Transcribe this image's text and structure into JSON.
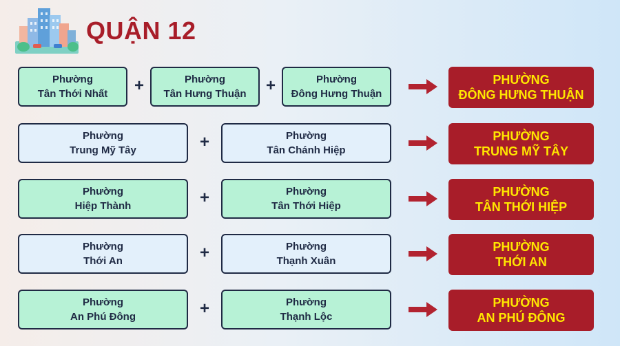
{
  "title": "QUẬN 12",
  "rows": [
    {
      "inputs": [
        {
          "line1": "Phường",
          "line2": "Tân Thới Nhất"
        },
        {
          "line1": "Phường",
          "line2": "Tân Hưng Thuận"
        },
        {
          "line1": "Phường",
          "line2": "Đông Hưng Thuận"
        }
      ],
      "result": {
        "line1": "PHƯỜNG",
        "line2": "ĐÔNG HƯNG THUẬN"
      }
    },
    {
      "inputs": [
        {
          "line1": "Phường",
          "line2": "Trung Mỹ Tây"
        },
        {
          "line1": "Phường",
          "line2": "Tân Chánh Hiệp"
        }
      ],
      "result": {
        "line1": "PHƯỜNG",
        "line2": "TRUNG MỸ TÂY"
      }
    },
    {
      "inputs": [
        {
          "line1": "Phường",
          "line2": "Hiệp Thành"
        },
        {
          "line1": "Phường",
          "line2": "Tân Thới Hiệp"
        }
      ],
      "result": {
        "line1": "PHƯỜNG",
        "line2": "TÂN THỚI HIỆP"
      }
    },
    {
      "inputs": [
        {
          "line1": "Phường",
          "line2": "Thới An"
        },
        {
          "line1": "Phường",
          "line2": "Thạnh Xuân"
        }
      ],
      "result": {
        "line1": "PHƯỜNG",
        "line2": "THỚI AN"
      }
    },
    {
      "inputs": [
        {
          "line1": "Phường",
          "line2": "An Phú Đông"
        },
        {
          "line1": "Phường",
          "line2": "Thạnh Lộc"
        }
      ],
      "result": {
        "line1": "PHƯỜNG",
        "line2": "AN PHÚ ĐÔNG"
      }
    }
  ],
  "operator": "+",
  "colors": {
    "title": "#a81d29",
    "result_bg": "#a81d29",
    "result_text": "#ffe600",
    "green_box": "#b7f2d6",
    "blue_box": "#e3f0fb",
    "border": "#1f2a44"
  },
  "icons": {
    "logo": "city-buildings-icon",
    "arrow": "arrow-right-icon"
  }
}
